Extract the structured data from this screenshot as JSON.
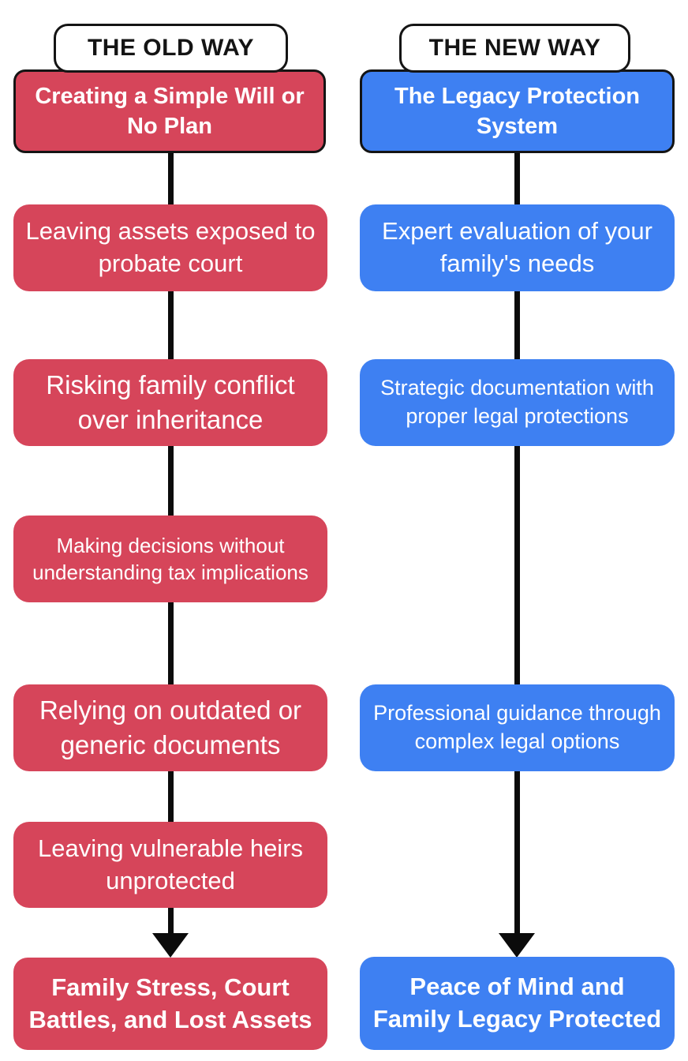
{
  "page": {
    "background": "#ffffff",
    "type": "comparison-flow-diagram"
  },
  "colors": {
    "old_way_box": "#d6455a",
    "new_way_box": "#3e80f2",
    "connector_line": "#0b0b0b",
    "header_background": "#ffffff",
    "header_border": "#141414",
    "header_text": "#141414",
    "box_text": "#ffffff"
  },
  "old_way": {
    "header": "THE OLD WAY",
    "title": "Creating a Simple Will or No Plan",
    "steps": [
      "Leaving assets exposed to probate court",
      "Risking family conflict over inheritance",
      "Making decisions without understanding tax implications",
      "Relying on outdated or generic documents",
      "Leaving vulnerable heirs unprotected"
    ],
    "result": "Family Stress, Court Battles, and Lost Assets"
  },
  "new_way": {
    "header": "THE NEW WAY",
    "title": "The Legacy Protection System",
    "steps": [
      "Expert evaluation of your family's needs",
      "Strategic documentation with proper legal protections",
      "Professional guidance through complex legal options"
    ],
    "result": "Peace of Mind and Family Legacy Protected"
  }
}
